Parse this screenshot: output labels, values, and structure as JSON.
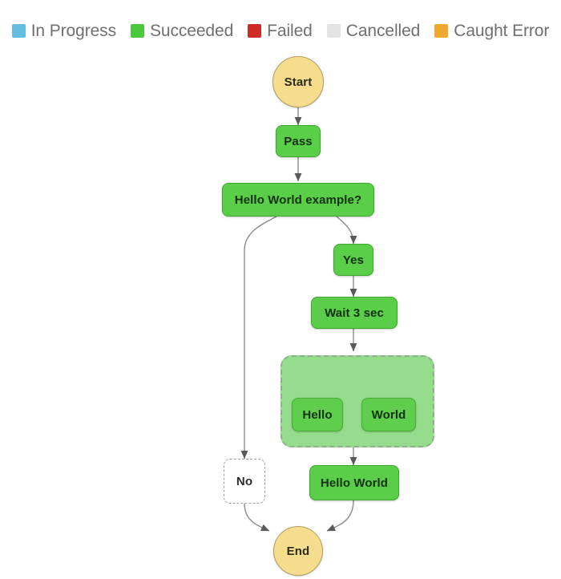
{
  "legend": {
    "items": [
      {
        "label": "In Progress",
        "color": "#64bde0",
        "icon": "square-swatch"
      },
      {
        "label": "Succeeded",
        "color": "#4bc93d",
        "icon": "square-swatch"
      },
      {
        "label": "Failed",
        "color": "#cf2b28",
        "icon": "square-swatch"
      },
      {
        "label": "Cancelled",
        "color": "#e3e3e3",
        "icon": "square-swatch"
      },
      {
        "label": "Caught Error",
        "color": "#efa830",
        "icon": "square-swatch"
      }
    ]
  },
  "graph": {
    "nodes": [
      {
        "id": "start",
        "label": "Start",
        "status": "Caught Error",
        "shape": "circle"
      },
      {
        "id": "pass",
        "label": "Pass",
        "status": "Succeeded",
        "shape": "box"
      },
      {
        "id": "choice",
        "label": "Hello World example?",
        "status": "Succeeded",
        "shape": "box"
      },
      {
        "id": "yes",
        "label": "Yes",
        "status": "Succeeded",
        "shape": "box"
      },
      {
        "id": "wait",
        "label": "Wait 3 sec",
        "status": "Succeeded",
        "shape": "box"
      },
      {
        "id": "parallel",
        "label": "",
        "status": "Succeeded",
        "shape": "group"
      },
      {
        "id": "hello",
        "label": "Hello",
        "status": "Succeeded",
        "shape": "box"
      },
      {
        "id": "world",
        "label": "World",
        "status": "Succeeded",
        "shape": "box"
      },
      {
        "id": "no",
        "label": "No",
        "status": "Cancelled",
        "shape": "box"
      },
      {
        "id": "helloworld",
        "label": "Hello World",
        "status": "Succeeded",
        "shape": "box"
      },
      {
        "id": "end",
        "label": "End",
        "status": "Caught Error",
        "shape": "circle"
      }
    ],
    "edges": [
      {
        "from": "start",
        "to": "pass"
      },
      {
        "from": "pass",
        "to": "choice"
      },
      {
        "from": "choice",
        "to": "no"
      },
      {
        "from": "choice",
        "to": "yes"
      },
      {
        "from": "yes",
        "to": "wait"
      },
      {
        "from": "wait",
        "to": "parallel"
      },
      {
        "from": "parallel",
        "to": "hello"
      },
      {
        "from": "parallel",
        "to": "world"
      },
      {
        "from": "parallel",
        "to": "helloworld"
      },
      {
        "from": "no",
        "to": "end"
      },
      {
        "from": "helloworld",
        "to": "end"
      }
    ]
  }
}
